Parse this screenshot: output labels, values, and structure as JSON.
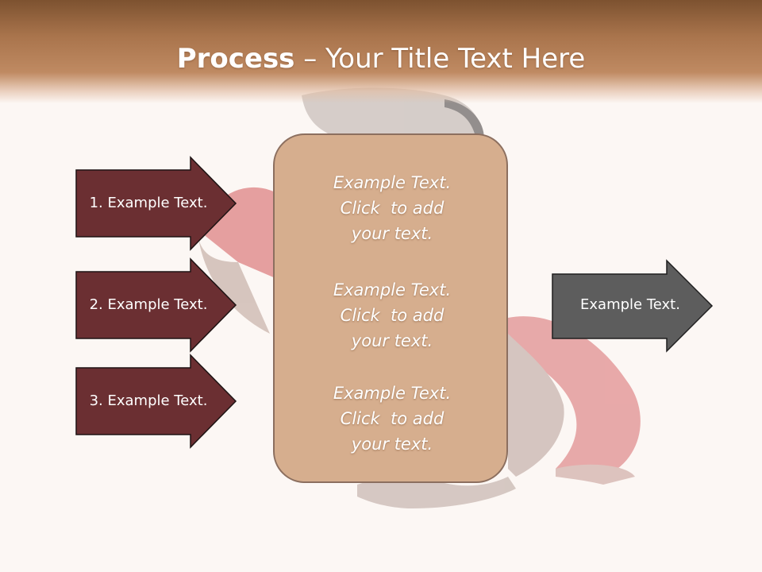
{
  "title": {
    "bold": "Process",
    "rest": " – Your Title Text Here"
  },
  "left_arrows": [
    {
      "label": "1. Example Text."
    },
    {
      "label": "2. Example Text."
    },
    {
      "label": "3. Example Text."
    }
  ],
  "center_box": {
    "blocks": [
      {
        "lines": [
          "Example Text.",
          "Click  to add",
          "your text."
        ]
      },
      {
        "lines": [
          "Example Text.",
          "Click  to add",
          "your text."
        ]
      },
      {
        "lines": [
          "Example Text.",
          "Click  to add",
          "your text."
        ]
      }
    ]
  },
  "right_arrow": {
    "label": "Example Text."
  },
  "colors": {
    "header_brown": "#a9744c",
    "left_arrow_fill": "#6b2f32",
    "center_box_fill": "#d6ae8e",
    "center_box_border": "#8c6f5f",
    "right_arrow_fill": "#5d5d5d",
    "background": "#fcf7f4"
  },
  "icons": [
    "right-arrow-shape"
  ]
}
